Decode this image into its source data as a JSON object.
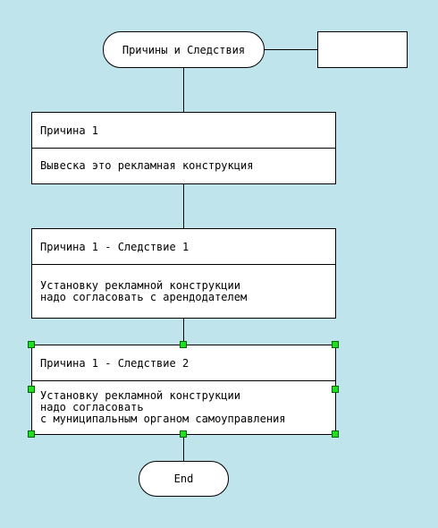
{
  "start": {
    "label": "Причины и Следствия"
  },
  "blocks": [
    {
      "title": "Причина 1",
      "text": "Вывеска это рекламная конструкция"
    },
    {
      "title": "Причина 1 - Следствие 1",
      "text": "Установку рекламной конструкции\nнадо согласовать с арендодателем"
    },
    {
      "title": "Причина 1 - Следствие 2",
      "text": "Установку рекламной конструкции\nнадо согласовать\nс муниципальным органом самоуправления"
    }
  ],
  "end": {
    "label": "End"
  },
  "colors": {
    "background": "#c0e4ec",
    "handle": "#22dd22"
  }
}
